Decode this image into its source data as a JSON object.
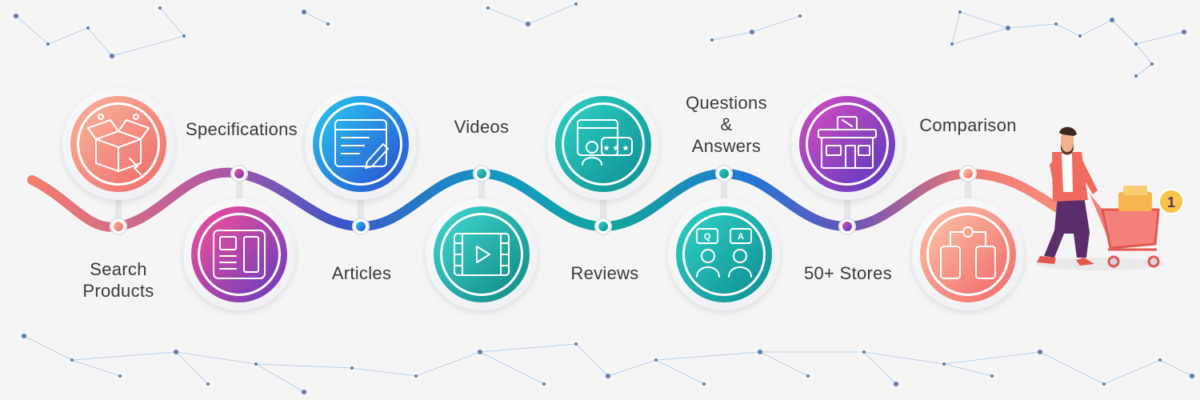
{
  "steps": [
    {
      "id": "search-products",
      "lines": [
        "Search",
        "Products"
      ],
      "icon": "open-box-icon",
      "position": "top"
    },
    {
      "id": "specifications",
      "lines": [
        "Specifications"
      ],
      "icon": "spec-sheet-icon",
      "position": "bottom"
    },
    {
      "id": "articles",
      "lines": [
        "Articles"
      ],
      "icon": "article-edit-icon",
      "position": "top"
    },
    {
      "id": "videos",
      "lines": [
        "Videos"
      ],
      "icon": "video-player-icon",
      "position": "bottom"
    },
    {
      "id": "reviews",
      "lines": [
        "Reviews"
      ],
      "icon": "review-stars-icon",
      "position": "top"
    },
    {
      "id": "questions-answers",
      "lines": [
        "Questions",
        "&",
        "Answers"
      ],
      "icon": "qa-people-icon",
      "position": "bottom"
    },
    {
      "id": "stores",
      "lines": [
        "50+ Stores"
      ],
      "icon": "storefront-icon",
      "position": "top"
    },
    {
      "id": "comparison",
      "lines": [
        "Comparison"
      ],
      "icon": "compare-phones-icon",
      "position": "bottom"
    }
  ],
  "cart_badge": "1",
  "colors": {
    "background": "#f5f5f6",
    "coral": "#f2766b",
    "violet": "#8e4bbd",
    "blue": "#2a6fd6",
    "teal": "#17b3a8",
    "text": "#3a3a3a"
  }
}
